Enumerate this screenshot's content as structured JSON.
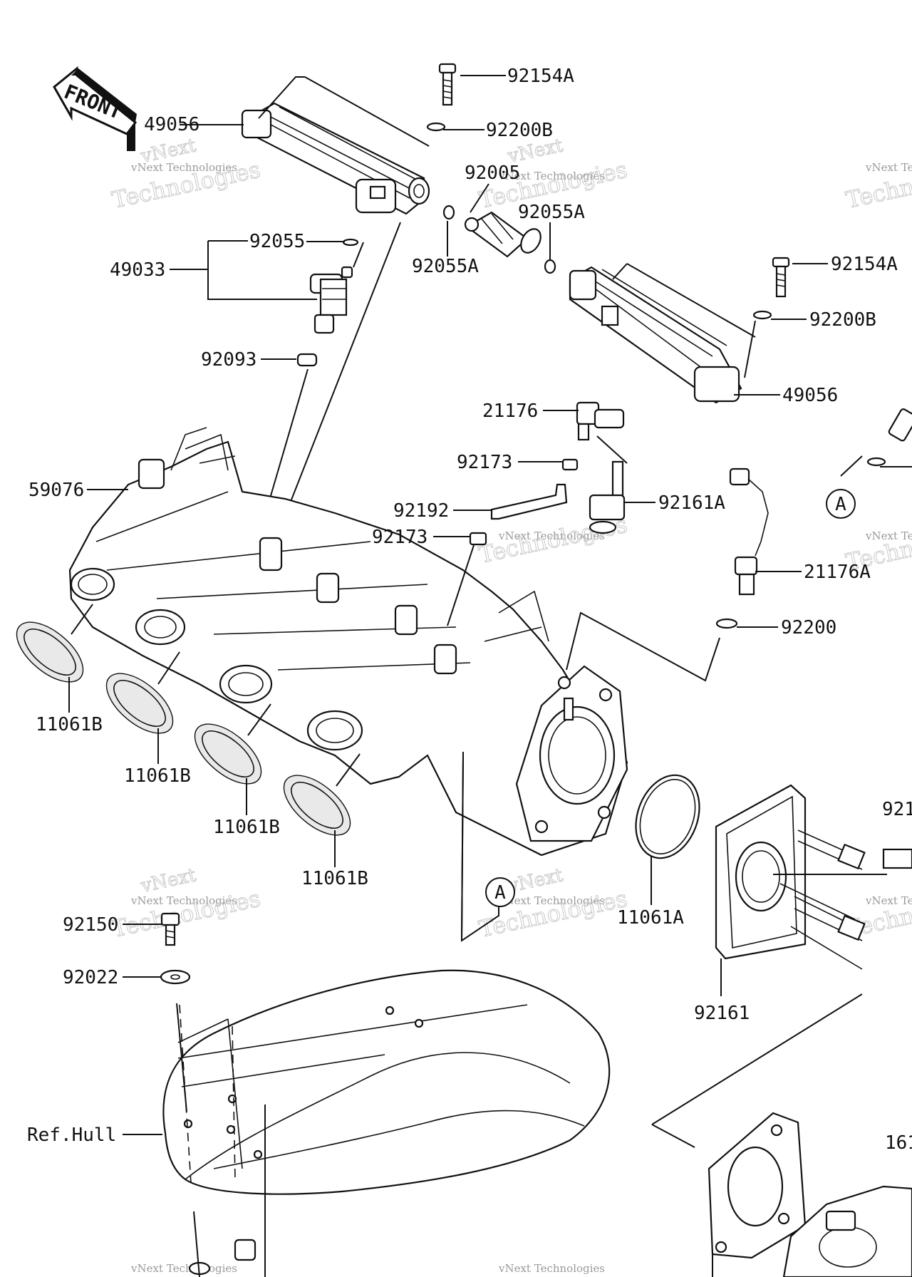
{
  "front_arrow": {
    "text": "FRONT"
  },
  "watermark": {
    "line1": "vNext",
    "line2": "Technologies",
    "small": "vNext Technologies"
  },
  "labels": {
    "p92154A_top": "92154A",
    "p92200B_top": "92200B",
    "p49056_left": "49056",
    "p92005": "92005",
    "p92055A_right": "92055A",
    "p92055": "92055",
    "p92055A_left": "92055A",
    "p49033": "49033",
    "p92154A_right": "92154A",
    "p92200B_right": "92200B",
    "p92093": "92093",
    "p49056_right": "49056",
    "p21176": "21176",
    "p92173_top": "92173",
    "p59076": "59076",
    "p92192": "92192",
    "p92161A": "92161A",
    "p92173_bottom": "92173",
    "p21176A": "21176A",
    "p92200": "92200",
    "p11061B_1": "11061B",
    "p11061B_2": "11061B",
    "p11061B_3": "11061B",
    "p11061B_4": "11061B",
    "p92150": "92150",
    "p92022": "92022",
    "p11061A": "11061A",
    "p92161": "92161",
    "ref_hull": "Ref.Hull",
    "edge_921": "921",
    "edge_161": "161"
  },
  "callouts": {
    "a_right": "A",
    "a_center": "A"
  }
}
